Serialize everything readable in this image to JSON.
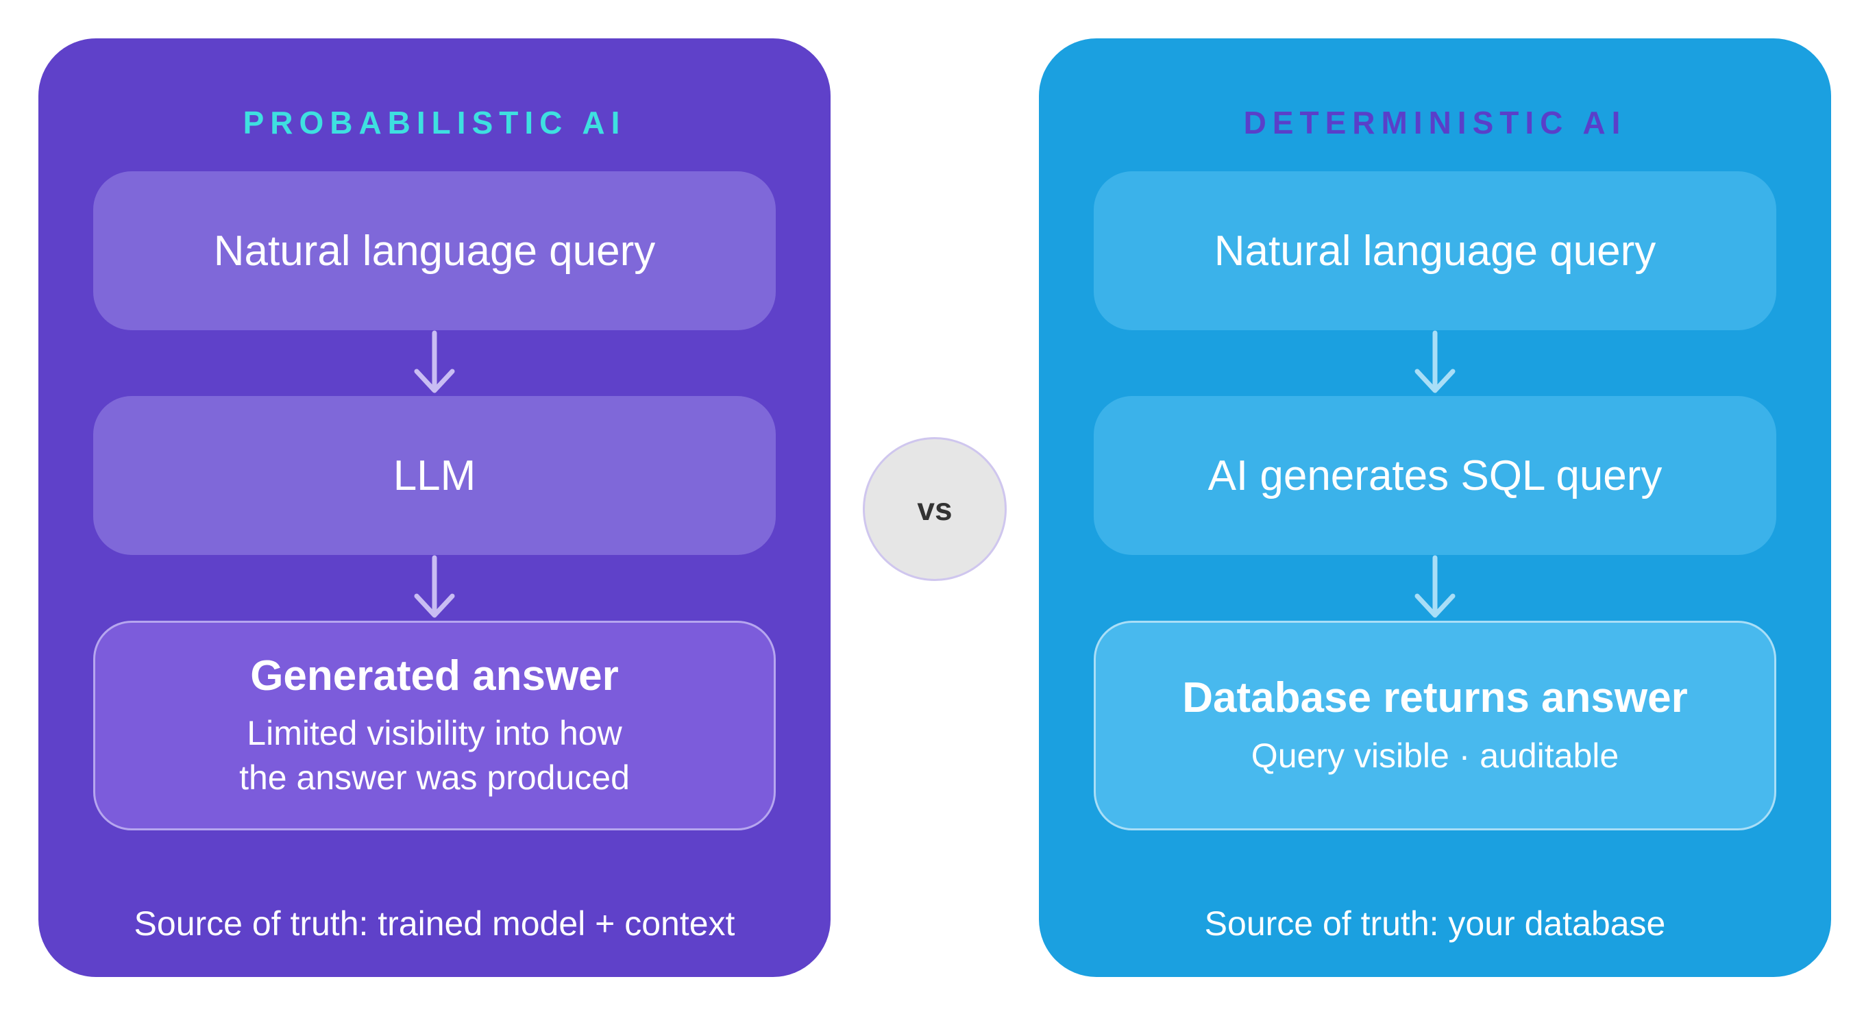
{
  "colors": {
    "left_panel": "#5f41c9",
    "right_panel": "#1ba0e0",
    "left_title": "#3ee0e0",
    "right_title": "#5a3fc9",
    "left_step": "#7f68d9",
    "right_step": "#3bb2ea",
    "left_arrow": "#c9bdf3",
    "right_arrow": "#a9def7",
    "vs_circle": "#e6e6e6"
  },
  "left": {
    "title": "PROBABILISTIC AI",
    "step1": "Natural language query",
    "step2": "LLM",
    "result_title": "Generated answer",
    "result_note_line1": "Limited visibility into how",
    "result_note_line2": "the answer was produced",
    "footer": "Source of truth: trained model + context"
  },
  "vs_label": "vs",
  "right": {
    "title": "DETERMINISTIC AI",
    "step1": "Natural language query",
    "step2": "AI generates SQL query",
    "result_title": "Database returns answer",
    "result_note": "Query visible · auditable",
    "footer": "Source of truth: your database"
  },
  "icons": {
    "flow_arrow": "arrow-down-icon"
  }
}
